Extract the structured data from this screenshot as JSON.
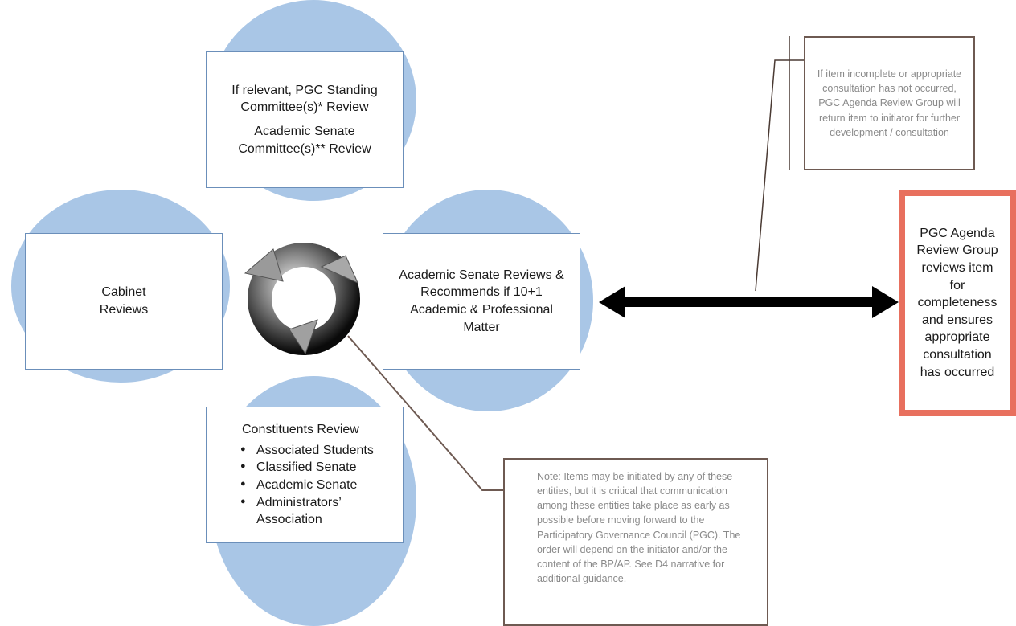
{
  "diagram": {
    "top_box": {
      "line1": "If relevant, PGC Standing Committee(s)* Review",
      "line2": "Academic Senate Committee(s)** Review"
    },
    "left_box": {
      "text": "Cabinet Reviews"
    },
    "right_box": {
      "text": "Academic Senate Reviews & Recommends if 10+1 Academic & Professional Matter"
    },
    "bottom_box": {
      "title": "Constituents Review",
      "items": [
        "Associated Students",
        "Classified Senate",
        "Academic Senate",
        "Administrators’ Association"
      ]
    },
    "review_group_box": {
      "text": "PGC Agenda Review Group reviews item for completeness and ensures appropriate consultation has occurred"
    },
    "top_callout": {
      "text": "If item incomplete or appropriate consultation has not occurred, PGC Agenda Review Group will return item to initiator for further development / consultation"
    },
    "bottom_callout": {
      "text": "Note: Items may be initiated by any of these entities, but it is critical that communication among these entities take place as early as possible before moving forward to the Participatory Governance Council (PGC). The order will depend on the initiator and/or the content of the BP/AP. See D4 narrative for additional guidance."
    },
    "colors": {
      "circle_fill": "#a9c6e6",
      "box_border": "#6b8fba",
      "review_group_border": "#e8705e",
      "arrow": "#000000",
      "callout_border": "#6e5a52"
    }
  }
}
